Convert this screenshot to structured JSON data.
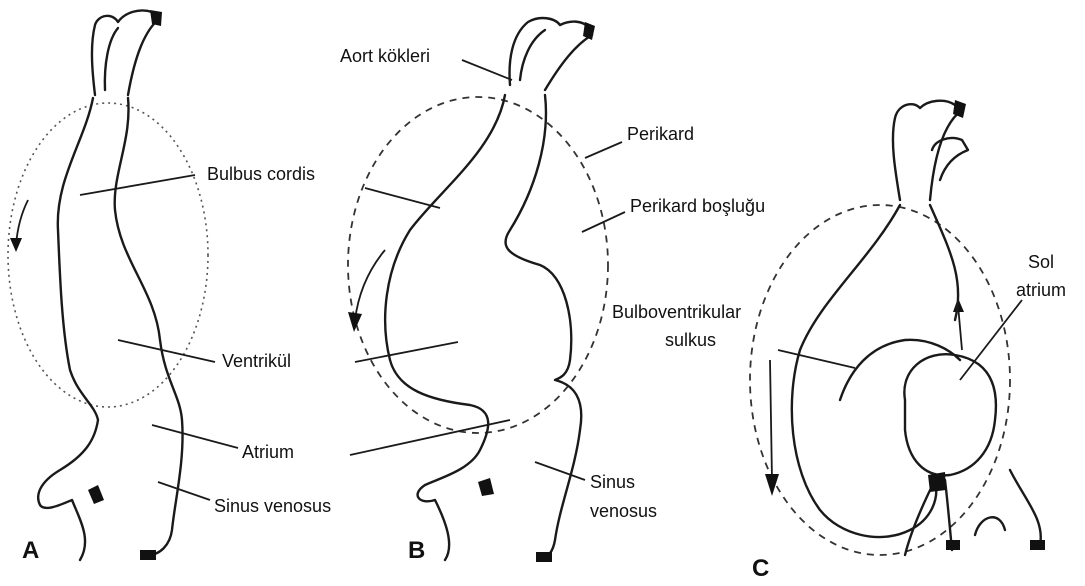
{
  "panels": {
    "a": "A",
    "b": "B",
    "c": "C"
  },
  "labels": {
    "aort_kokleri": "Aort kökleri",
    "bulbus_cordis": "Bulbus cordis",
    "perikard": "Perikard",
    "perikard_boslugu": "Perikard boşluğu",
    "ventrikul": "Ventrikül",
    "atrium": "Atrium",
    "sinus_venosus_a": "Sinus venosus",
    "sinus_venosus_b_line1": "Sinus",
    "sinus_venosus_b_line2": "venosus",
    "bulboventrikular_line1": "Bulboventrikular",
    "bulboventrikular_line2": "sulkus",
    "sol_atrium_line1": "Sol",
    "sol_atrium_line2": "atrium"
  }
}
